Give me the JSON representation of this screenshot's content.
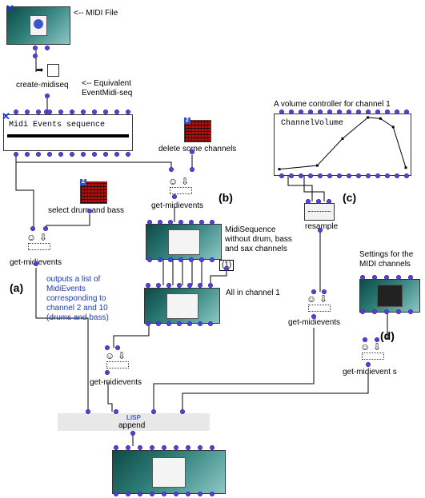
{
  "labels": {
    "midi_file_arrow": "<-- MIDI File",
    "create_midiseq": "create-midiseq",
    "equivalent_note": "<-- Equivalent EventMidi-seq",
    "seq_title": "Midi Events sequence",
    "delete_channels": "delete some channels",
    "select_drum_bass": "select drum and bass",
    "get_midievents_b": "get-midievents",
    "label_b": "(b)",
    "get_midievents_a": "get-midievents",
    "label_a": "(a)",
    "outputs_note": "outputs a list of MidiEvents corresponding to channel 2 and 10 (drums and bass)",
    "midisequence_note": "MidiSequence without drum, bass and sax channels",
    "num_one": "(1)",
    "all_in_channel": "All in channel 1",
    "get_midievents_mid": "get-midievents",
    "volume_title": "A volume controller for channel 1",
    "channel_volume": "ChannelVolume",
    "label_c": "(c)",
    "resample": "resample",
    "get_midievents_c": "get-midievents",
    "settings_note": "Settings for the MIDI channels",
    "label_d": "(d)",
    "get_midievents_d": "get-midievent s",
    "lisp": "LISP",
    "append": "append"
  },
  "volume_curve": {
    "points": [
      [
        0,
        0.02
      ],
      [
        0.3,
        0.09
      ],
      [
        0.5,
        0.6
      ],
      [
        0.7,
        1.0
      ],
      [
        0.8,
        0.98
      ],
      [
        0.9,
        0.82
      ],
      [
        1.0,
        0.05
      ]
    ]
  },
  "colors": {
    "inlet": "#5a3fd6",
    "wire": "#000000",
    "teal_dark": "#0e4a46",
    "teal_light": "#8cc7c4"
  }
}
